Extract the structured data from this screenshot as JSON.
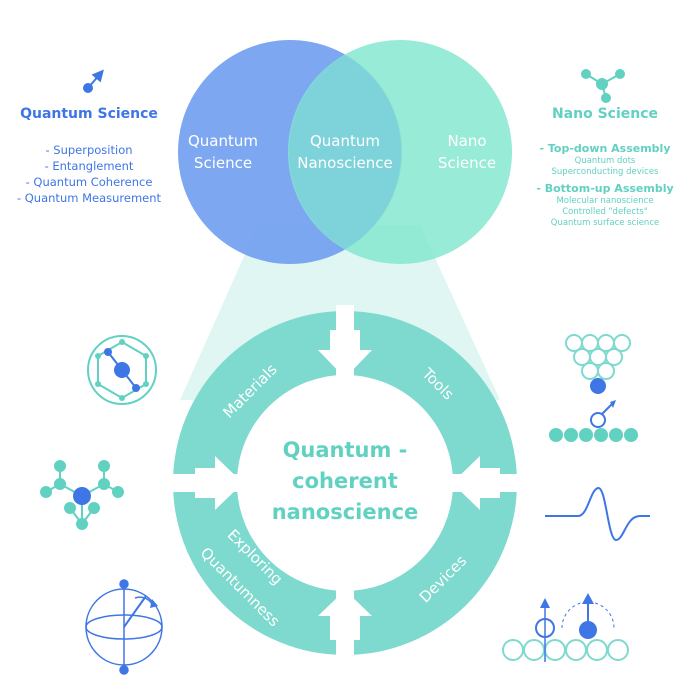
{
  "venn": {
    "left_label_line1": "Quantum",
    "left_label_line2": "Science",
    "center_label_line1": "Quantum",
    "center_label_line2": "Nanoscience",
    "right_label_line1": "Nano",
    "right_label_line2": "Science"
  },
  "left_panel": {
    "title": "Quantum Science",
    "items": [
      "- Superposition",
      "- Entanglement",
      "- Quantum Coherence",
      "- Quantum Measurement"
    ]
  },
  "right_panel": {
    "title": "Nano Science",
    "group1_title": "- Top-down Assembly",
    "group1_items": [
      "Quantum dots",
      "Superconducting devices"
    ],
    "group2_title": "- Bottom-up Assembly",
    "group2_items": [
      "Molecular nanoscience",
      "Controlled \"defects\"",
      "Quantum surface science"
    ]
  },
  "ring": {
    "center_line1": "Quantum -",
    "center_line2": "coherent",
    "center_line3": "nanoscience",
    "segments": [
      "Materials",
      "Tools",
      "Devices",
      "Exploring",
      "Quantumness"
    ]
  },
  "colors": {
    "blue": "#6f9ef0",
    "blue_dark": "#3f76e6",
    "teal": "#86e8cf",
    "teal_ring": "#7ed9cf",
    "teal_text": "#61d1c2",
    "cone": "#dff6f2"
  },
  "icons": {
    "left": [
      "atom-spin-icon",
      "fullerene-icon",
      "molecule-icon",
      "bloch-sphere-icon"
    ],
    "right": [
      "network-icon",
      "stm-tip-icon",
      "surface-spin-icon",
      "waveform-icon",
      "spin-lattice-icon"
    ]
  }
}
